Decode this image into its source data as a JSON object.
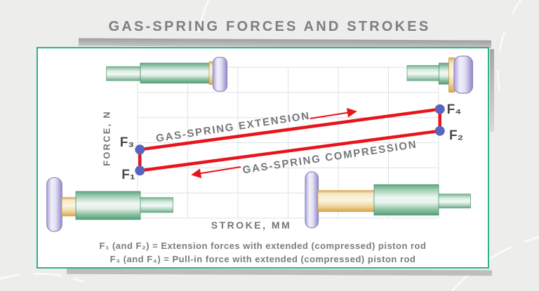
{
  "page": {
    "title": "GAS-SPRING FORCES AND STROKES"
  },
  "chart": {
    "ylabel": "FORCE, N",
    "xlabel": "STROKE, MM",
    "series_labels": {
      "extension": "GAS-SPRING EXTENSION",
      "compression": "GAS-SPRING COMPRESSION"
    },
    "point_labels": {
      "f1": "F₁",
      "f2": "F₂",
      "f3": "F₃",
      "f4": "F₄"
    }
  },
  "caption": {
    "line1": "F₁ (and F₂) = Extension forces with extended (compressed) piston rod",
    "line2": "F₃ (and F₄) = Pull-in force with extended (compressed) piston rod"
  },
  "chart_data": {
    "type": "line",
    "title": "GAS-SPRING FORCES AND STROKES",
    "xlabel": "STROKE, MM",
    "ylabel": "FORCE, N",
    "axis_ticks": "none (qualitative diagram, 6x6 light gridlines)",
    "legend_position": "labels along lines",
    "series": [
      {
        "name": "GAS-SPRING EXTENSION",
        "direction": "left to right (red arrow pointing right)",
        "points": [
          {
            "label": "F₃",
            "stroke_rel": 0.0,
            "force_rel": 0.45
          },
          {
            "label": "F₄",
            "stroke_rel": 1.0,
            "force_rel": 0.72
          }
        ]
      },
      {
        "name": "GAS-SPRING COMPRESSION",
        "direction": "right to left (red arrow pointing left)",
        "points": [
          {
            "label": "F₂",
            "stroke_rel": 1.0,
            "force_rel": 0.58
          },
          {
            "label": "F₁",
            "stroke_rel": 0.0,
            "force_rel": 0.31
          }
        ]
      }
    ],
    "hysteresis_loop": "F1→F3 vertical at zero stroke, F3→F4 extension line, F4→F2 vertical at full stroke, F2→F1 compression line",
    "markers": "blue-violet dots at F1, F2, F3, F4",
    "illustrations": "four gas-spring piston drawings: extended rod (top-left), compressed (top-right), retracted rod (bottom-left), extended tan rod (bottom-right)"
  },
  "colors": {
    "line_red": "#e8141c",
    "dot_blue": "#5766bd",
    "panel_border_teal": "#2bb389",
    "grid_gray": "#dde1e4",
    "text_gray": "#75767a",
    "spring_green": "#55a077",
    "spring_tan": "#e3bc6d",
    "spring_lavender": "#a9a1d6"
  }
}
